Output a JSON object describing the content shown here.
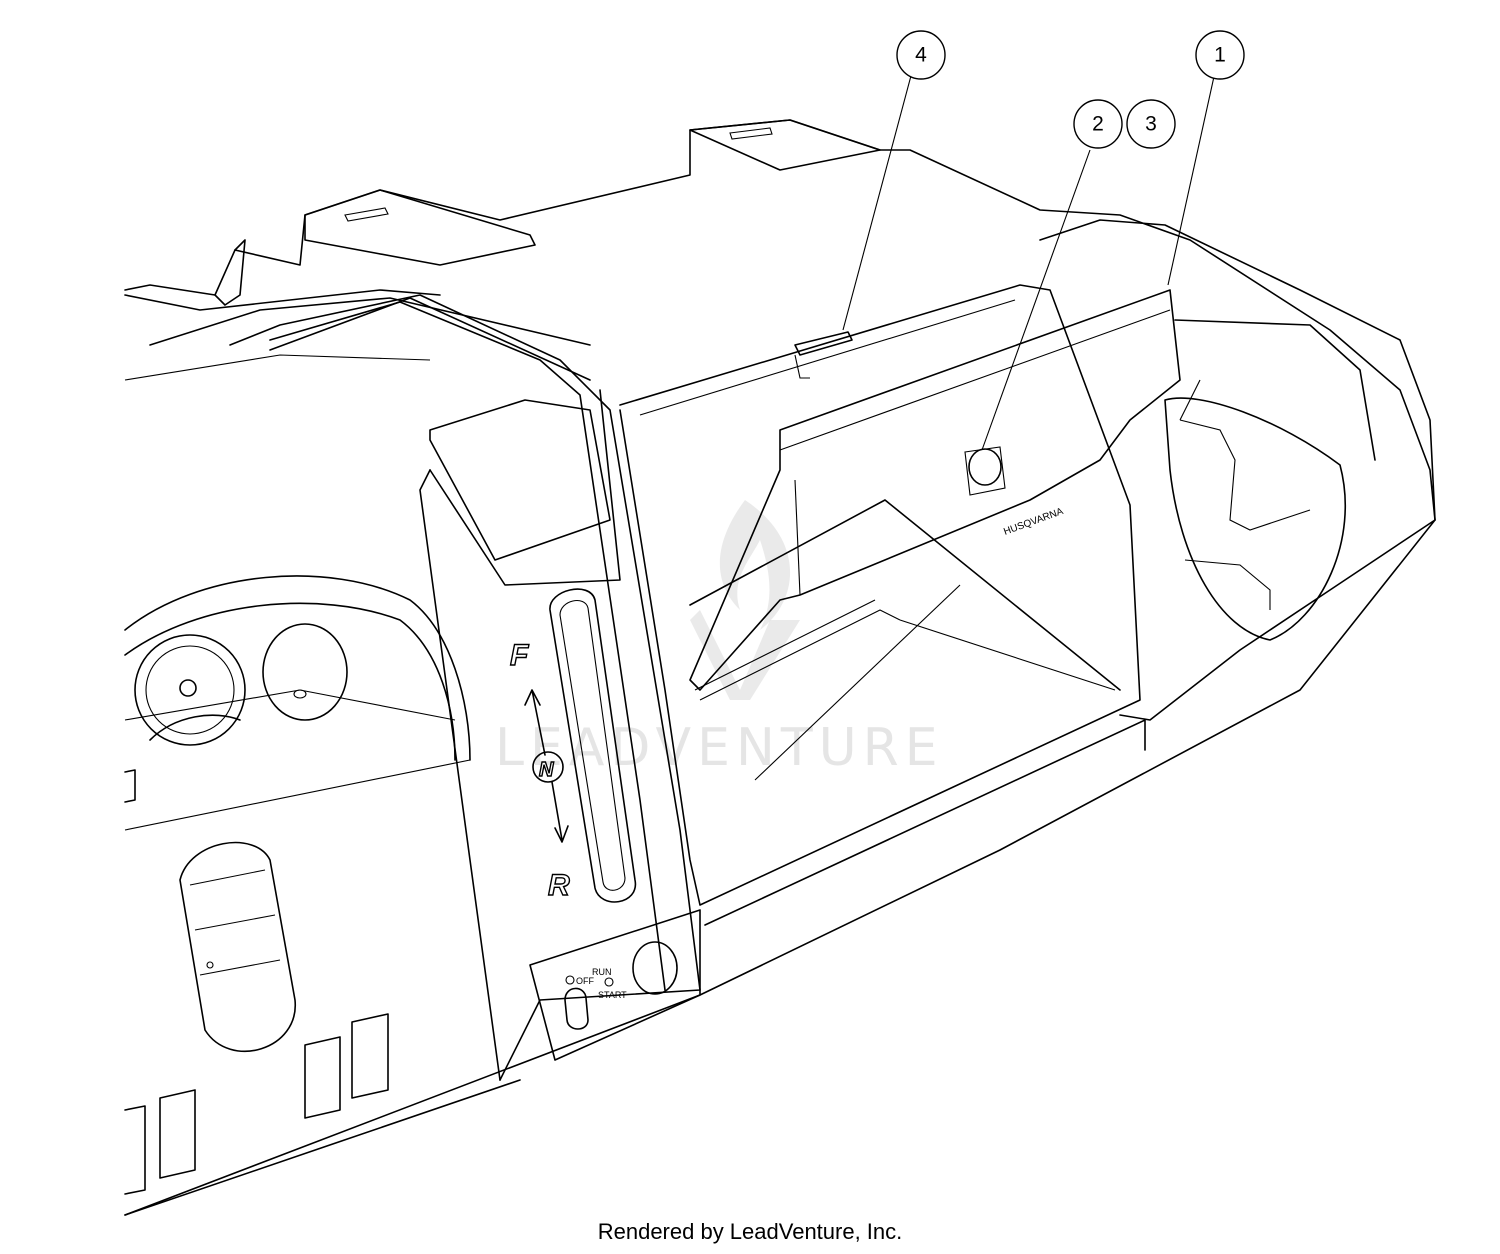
{
  "callouts": [
    {
      "id": "callout-1",
      "label": "1"
    },
    {
      "id": "callout-2",
      "label": "2"
    },
    {
      "id": "callout-3",
      "label": "3"
    },
    {
      "id": "callout-4",
      "label": "4"
    }
  ],
  "shifter": {
    "forward": "F",
    "neutral": "N",
    "reverse": "R"
  },
  "ignition": {
    "off": "OFF",
    "run": "RUN",
    "start": "START"
  },
  "brand_logo": "HUSQVARNA",
  "watermark": "LEADVENTURE",
  "footer": "Rendered by LeadVenture, Inc."
}
